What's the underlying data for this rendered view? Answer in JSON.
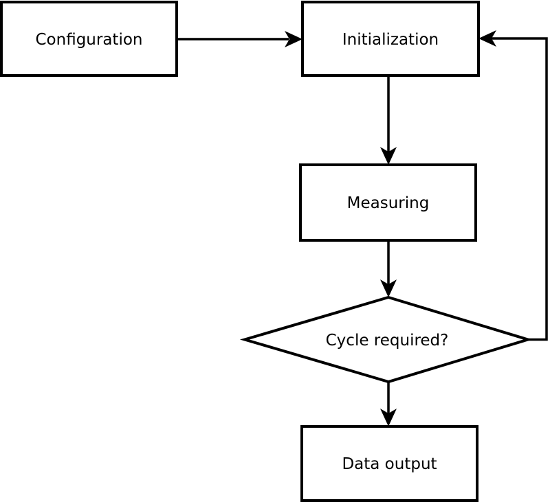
{
  "diagram": {
    "type": "flowchart",
    "colors": {
      "background": "#ffffff",
      "stroke": "#000000",
      "text": "#000000"
    },
    "nodes": {
      "configuration": {
        "label": "Configuration",
        "shape": "rectangle"
      },
      "initialization": {
        "label": "Initialization",
        "shape": "rectangle"
      },
      "measuring": {
        "label": "Measuring",
        "shape": "rectangle"
      },
      "cycle_required": {
        "label": "Cycle required?",
        "shape": "diamond"
      },
      "data_output": {
        "label": "Data output",
        "shape": "rectangle"
      }
    },
    "edges": [
      {
        "from": "configuration",
        "to": "initialization",
        "direction": "right"
      },
      {
        "from": "initialization",
        "to": "measuring",
        "direction": "down"
      },
      {
        "from": "measuring",
        "to": "cycle_required",
        "direction": "down"
      },
      {
        "from": "cycle_required",
        "to": "data_output",
        "direction": "down"
      },
      {
        "from": "cycle_required",
        "to": "initialization",
        "direction": "right-up-left",
        "kind": "feedback-loop"
      }
    ]
  }
}
